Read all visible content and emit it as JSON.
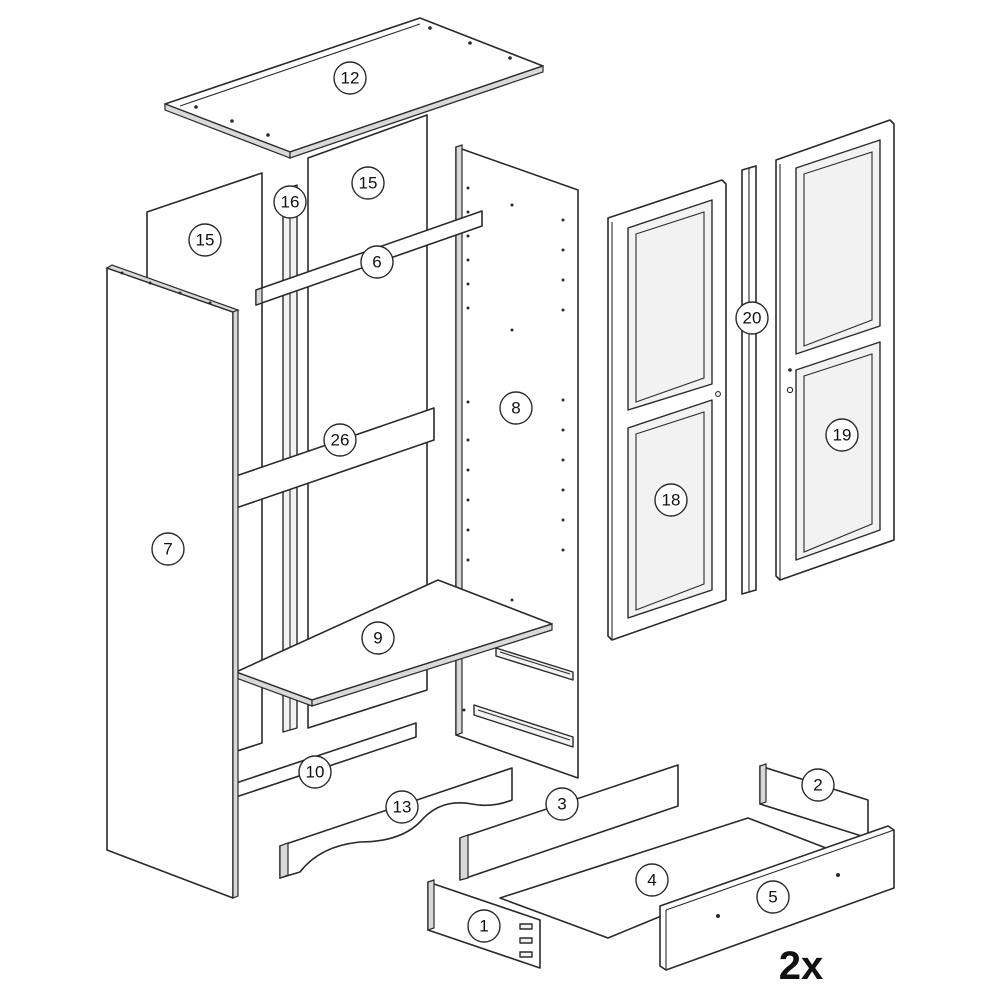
{
  "labels": {
    "p12": "12",
    "p15a": "15",
    "p15b": "15",
    "p16": "16",
    "p6": "6",
    "p8": "8",
    "p7": "7",
    "p26": "26",
    "p9": "9",
    "p10": "10",
    "p13": "13",
    "p3": "3",
    "p1": "1",
    "p4": "4",
    "p5": "5",
    "p2": "2",
    "p18": "18",
    "p19": "19",
    "p20": "20"
  },
  "quantity": "2x"
}
